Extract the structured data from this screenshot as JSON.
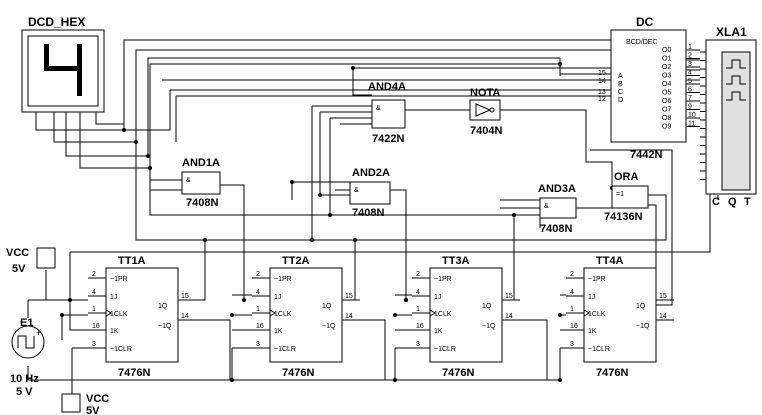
{
  "display": {
    "name": "DCD_HEX",
    "digit": "4"
  },
  "decoder": {
    "name": "DC",
    "type": "7442N",
    "title": "BCD/DEC",
    "in_pins": [
      "15",
      "14",
      "13",
      "12"
    ],
    "in_labels": [
      "A",
      "B",
      "C",
      "D"
    ],
    "out_labels": [
      "O0",
      "O1",
      "O2",
      "O3",
      "O4",
      "O5",
      "O6",
      "O7",
      "O8",
      "O9"
    ],
    "out_pins": [
      "1",
      "2",
      "3",
      "4",
      "5",
      "6",
      "7",
      "9",
      "10",
      "11"
    ]
  },
  "scope": {
    "name": "XLA1",
    "terms": [
      "C",
      "Q",
      "T"
    ]
  },
  "gates": {
    "and4a": {
      "name": "AND4A",
      "type": "7422N",
      "sym": "&"
    },
    "nota": {
      "name": "NOTA",
      "type": "7404N"
    },
    "and1a": {
      "name": "AND1A",
      "type": "7408N",
      "sym": "&"
    },
    "and2a": {
      "name": "AND2A",
      "type": "7408N",
      "sym": "&"
    },
    "and3a": {
      "name": "AND3A",
      "type": "7408N",
      "sym": "&"
    },
    "ora": {
      "name": "ORA",
      "type": "74136N",
      "sym": "=1"
    }
  },
  "flipflops": [
    {
      "name": "TT1A",
      "type": "7476N"
    },
    {
      "name": "TT2A",
      "type": "7476N"
    },
    {
      "name": "TT3A",
      "type": "7476N"
    },
    {
      "name": "TT4A",
      "type": "7476N"
    }
  ],
  "ff_pins": {
    "labels": [
      "~1PR",
      "1J",
      "1CLK",
      "1K",
      "~1CLR",
      "1Q",
      "~1Q"
    ],
    "numbers": [
      "2",
      "4",
      "1",
      "16",
      "3",
      "15",
      "14"
    ]
  },
  "vcc_top": {
    "name": "VCC",
    "value": "5V"
  },
  "vcc_bottom": {
    "name": "VCC",
    "value": "5V"
  },
  "source": {
    "name": "E1",
    "freq": "10 Hz",
    "amp": "5 V",
    "plus": "+"
  }
}
